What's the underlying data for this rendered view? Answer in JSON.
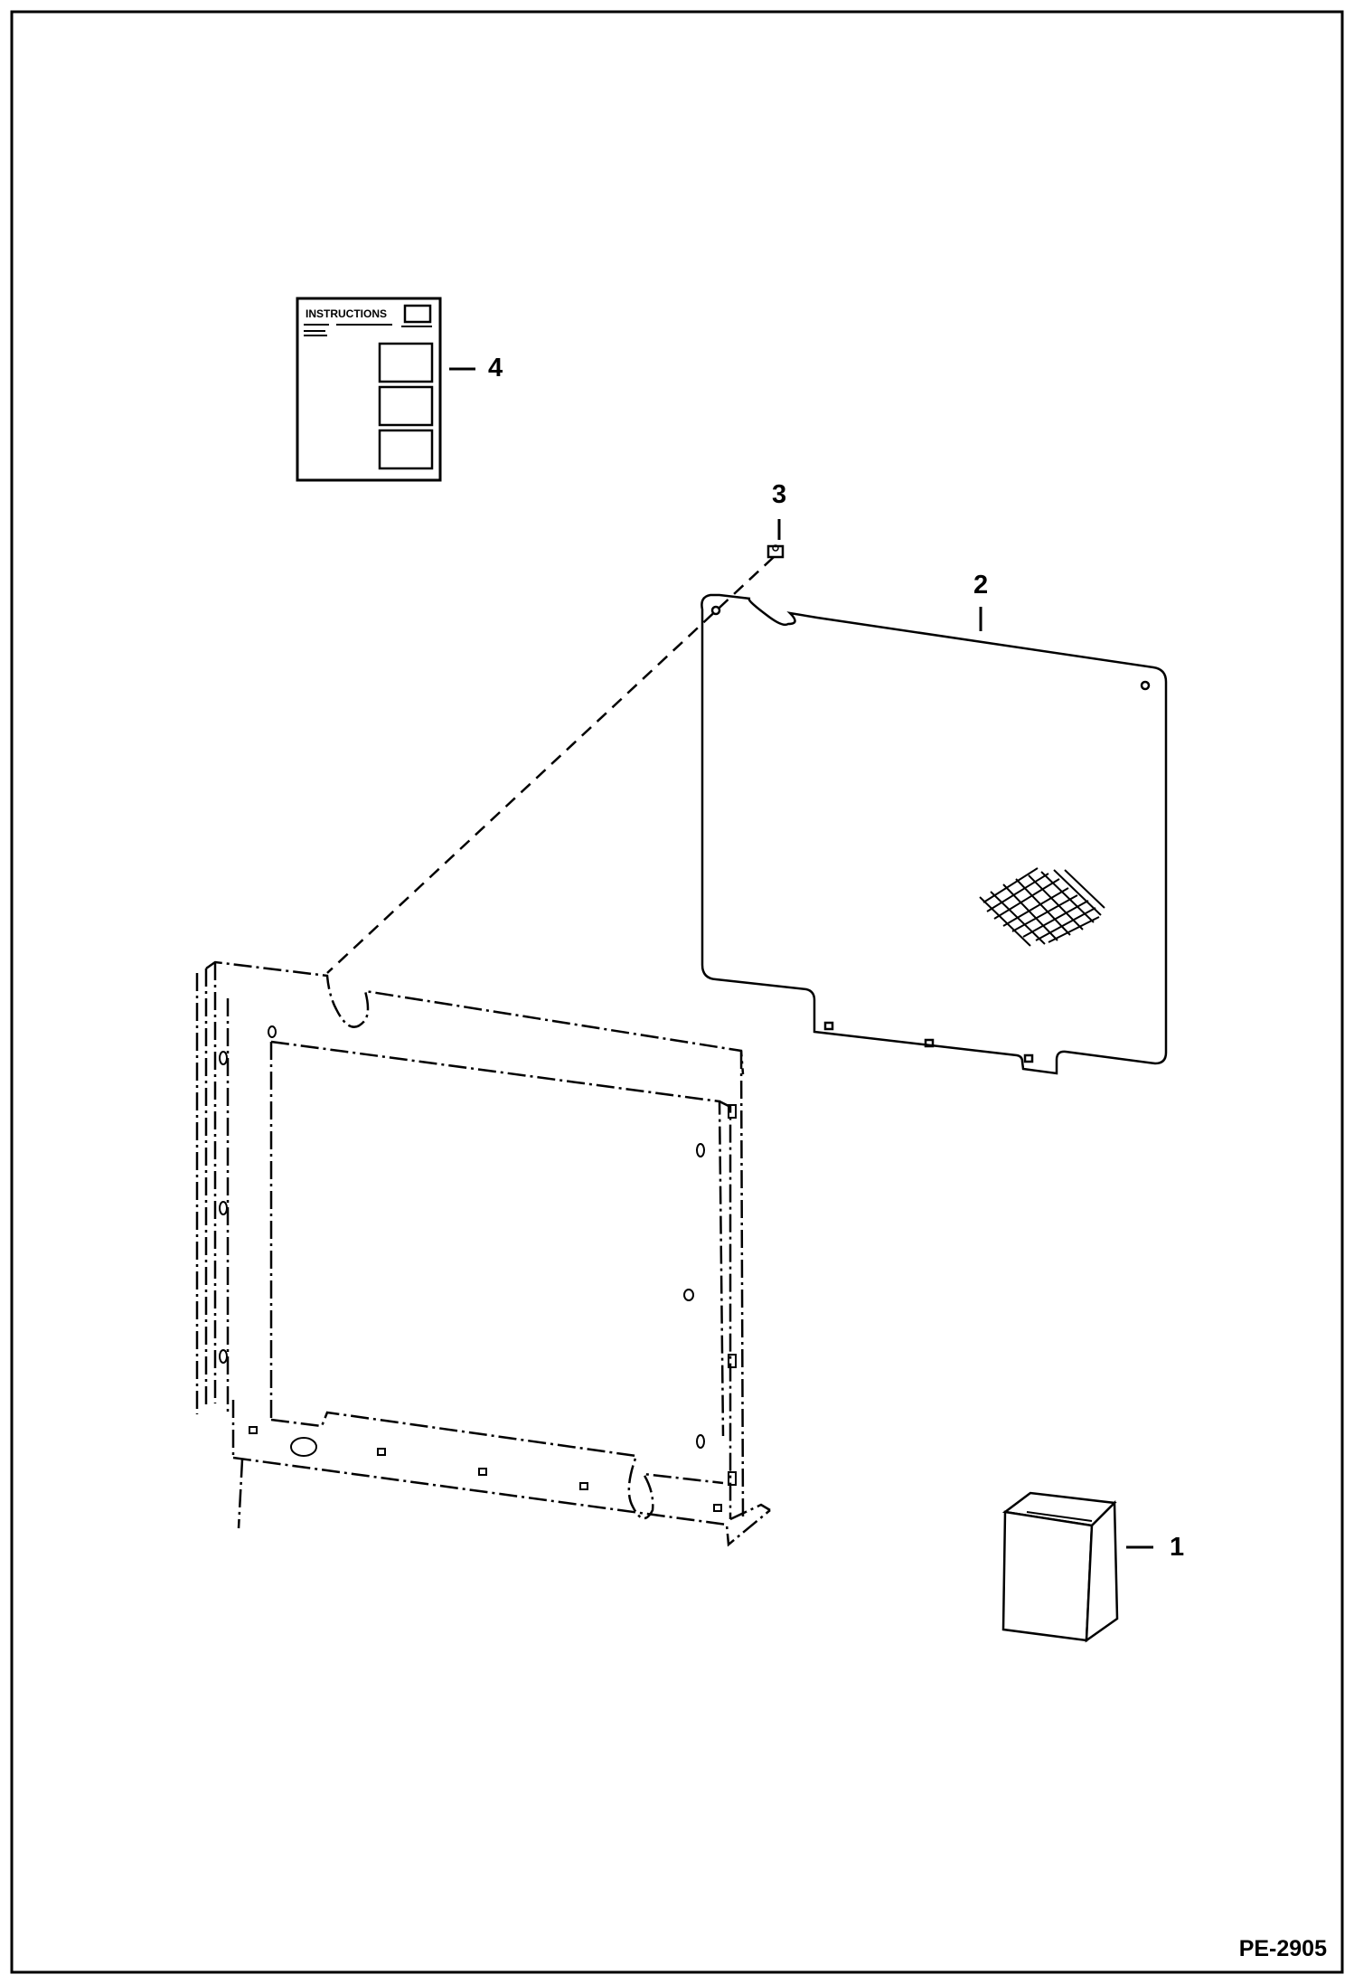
{
  "callouts": {
    "item_1": "1",
    "item_2": "2",
    "item_3": "3",
    "item_4": "4"
  },
  "instruction_sheet": {
    "title": "INSTRUCTIONS"
  },
  "document_code": "PE-2905",
  "colors": {
    "line": "#000000",
    "background": "#ffffff"
  }
}
